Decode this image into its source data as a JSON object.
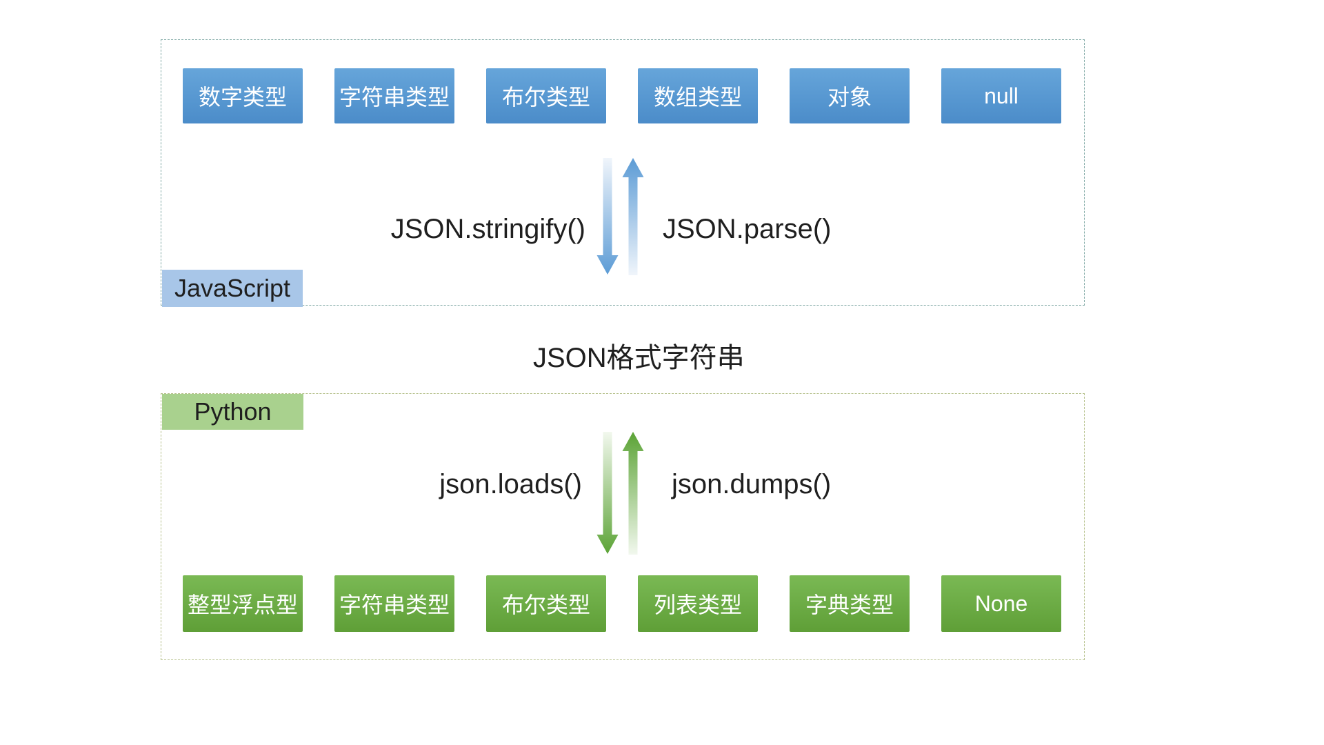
{
  "middle_title": "JSON格式字符串",
  "javascript_section": {
    "label": "JavaScript",
    "stringify_label": "JSON.stringify()",
    "parse_label": "JSON.parse()",
    "types": [
      "数字类型",
      "字符串类型",
      "布尔类型",
      "数组类型",
      "对象",
      "null"
    ]
  },
  "python_section": {
    "label": "Python",
    "loads_label": "json.loads()",
    "dumps_label": "json.dumps()",
    "types": [
      "整型浮点型",
      "字符串类型",
      "布尔类型",
      "列表类型",
      "字典类型",
      "None"
    ]
  },
  "colors": {
    "js_box_blue": "#5b9bd5",
    "js_label_bg": "#a8c6e8",
    "py_box_green": "#70ad47",
    "py_label_bg": "#a9d18e",
    "js_dashed_border": "#7fa8a4",
    "py_dashed_border": "#b5c08a",
    "text_dark": "#1f1f1f",
    "box_text": "#ffffff"
  }
}
